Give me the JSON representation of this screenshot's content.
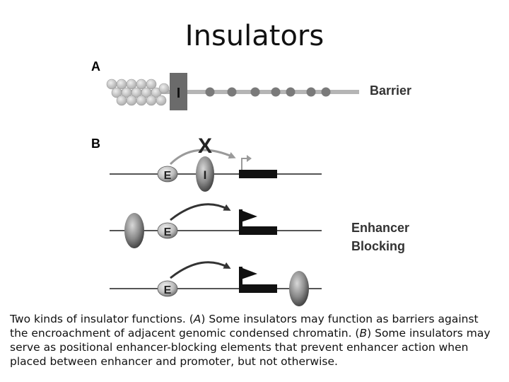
{
  "title": "Insulators",
  "panels": {
    "a_label": "A",
    "b_label": "B",
    "barrier_label": "Barrier",
    "insulator_letter": "I",
    "enhancer_letter": "E",
    "blocked_mark": "X",
    "enhancer_blocking_line1": "Enhancer",
    "enhancer_blocking_line2": "Blocking"
  },
  "caption": {
    "line1_pre": "Two kinds of insulator functions. (",
    "line1_a": "A",
    "line1_post": ") Some insulators may function as barriers against",
    "line2_pre": "the encroachment of adjacent genomic condensed chromatin. (",
    "line2_b": "B",
    "line2_post": ") Some insulators may",
    "line3": "serve as positional enhancer-blocking elements that prevent enhancer action when",
    "line4": "placed between enhancer and promoter, but not otherwise."
  },
  "colors": {
    "line": "#555555",
    "arrow": "#333333",
    "blocked_arrow": "#9a9a9a",
    "nucleosome_light": "#cfcfcf",
    "nucleosome_dark": "#7a7a7a",
    "insulator_box": "#6b6b6b",
    "gene_block": "#111111"
  }
}
